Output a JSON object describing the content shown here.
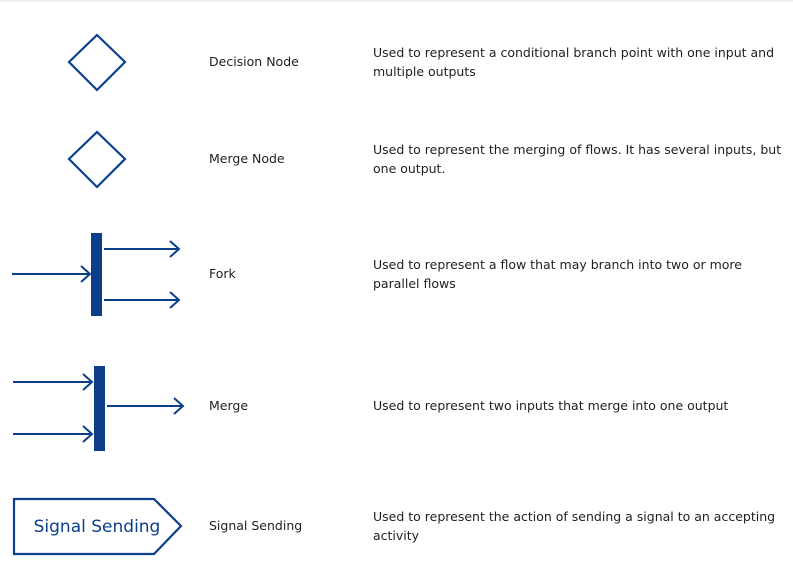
{
  "rows": [
    {
      "name": "Decision Node",
      "description": "Used to represent a conditional branch point with one input and multiple outputs",
      "icon": "diamond-icon"
    },
    {
      "name": "Merge Node",
      "description": "Used to represent the merging of flows. It has several inputs, but one output.",
      "icon": "diamond-icon"
    },
    {
      "name": "Fork",
      "description": "Used to represent a flow that may branch into two or more parallel flows",
      "icon": "fork-bar-icon"
    },
    {
      "name": "Merge",
      "description": "Used to represent two inputs that merge into one output",
      "icon": "merge-bar-icon"
    },
    {
      "name": "Signal Sending",
      "description": "Used to represent the action of sending a signal to an accepting activity",
      "icon": "signal-sending-icon",
      "symbol_label": "Signal Sending"
    }
  ],
  "colors": {
    "symbol_stroke": "#0b3f8c",
    "text": "#1f1f1f"
  }
}
